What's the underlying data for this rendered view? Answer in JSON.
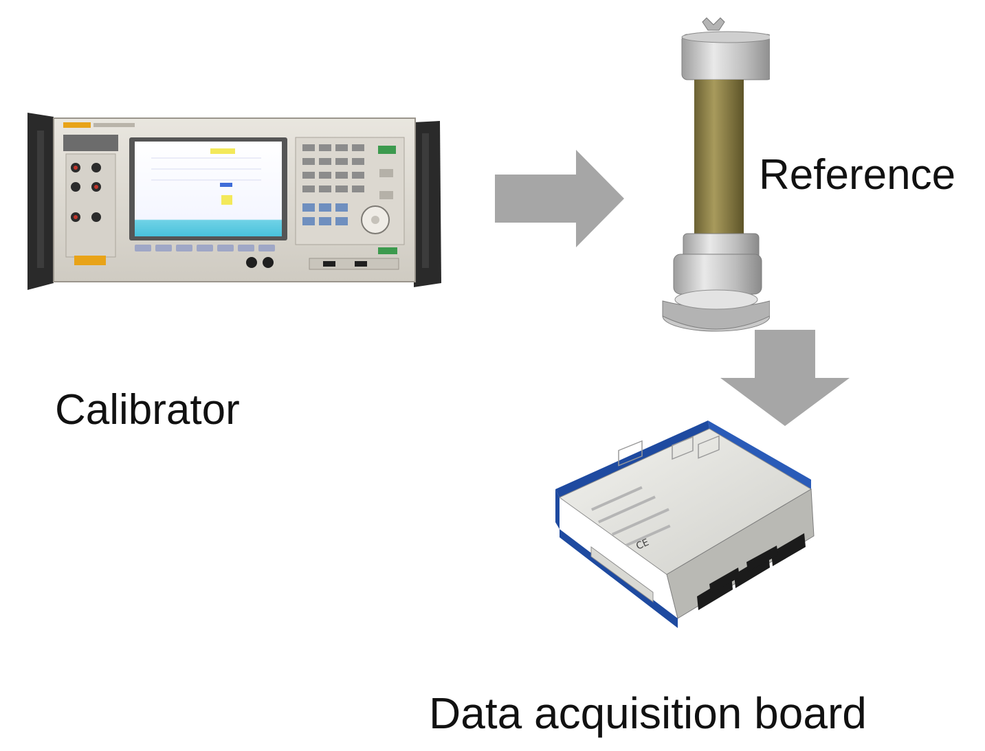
{
  "labels": {
    "calibrator": "Calibrator",
    "reference": "Reference",
    "daq": "Data acquisition board"
  },
  "colors": {
    "arrow": "#a6a6a6",
    "text": "#111111",
    "background": "#ffffff"
  },
  "icons": {
    "calibrator": "calibrator-instrument-icon",
    "reference": "reference-divider-column-icon",
    "daq": "data-acquisition-module-icon",
    "flow_right": "arrow-right-icon",
    "flow_down": "arrow-down-icon"
  }
}
